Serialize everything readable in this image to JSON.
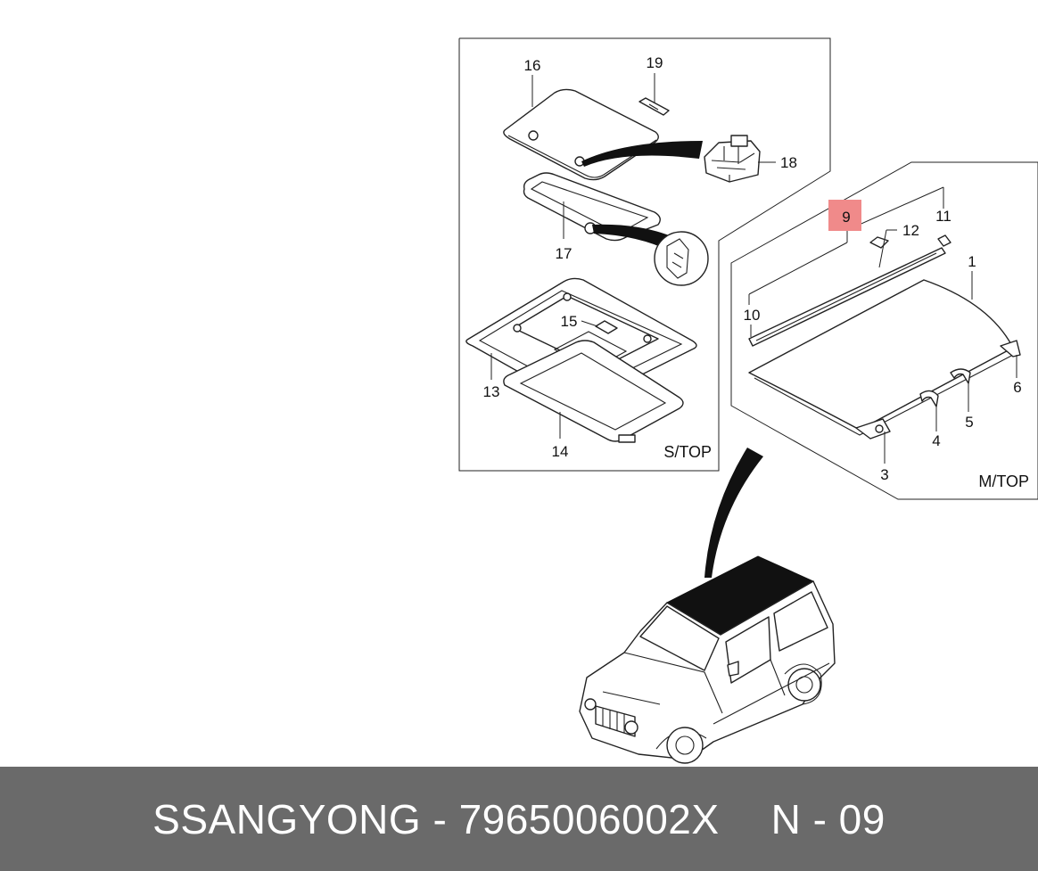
{
  "callouts": {
    "p1": "1",
    "p3": "3",
    "p4": "4",
    "p5": "5",
    "p6": "6",
    "p9": "9",
    "p10": "10",
    "p11": "11",
    "p12": "12",
    "p13": "13",
    "p14": "14",
    "p15": "15",
    "p16": "16",
    "p17": "17",
    "p18": "18",
    "p19": "19"
  },
  "sections": {
    "sunroof": "S/TOP",
    "metal_top": "M/TOP"
  },
  "highlight": {
    "part": "9",
    "color": "#f08a8a"
  },
  "footer": {
    "brand": "SSANGYONG",
    "separator": "-",
    "part_number": "7965006002X",
    "diagram_ref": "N - 09"
  },
  "colors": {
    "footer_bg": "#6a6a6a",
    "footer_text": "#ffffff",
    "line": "#222222"
  }
}
